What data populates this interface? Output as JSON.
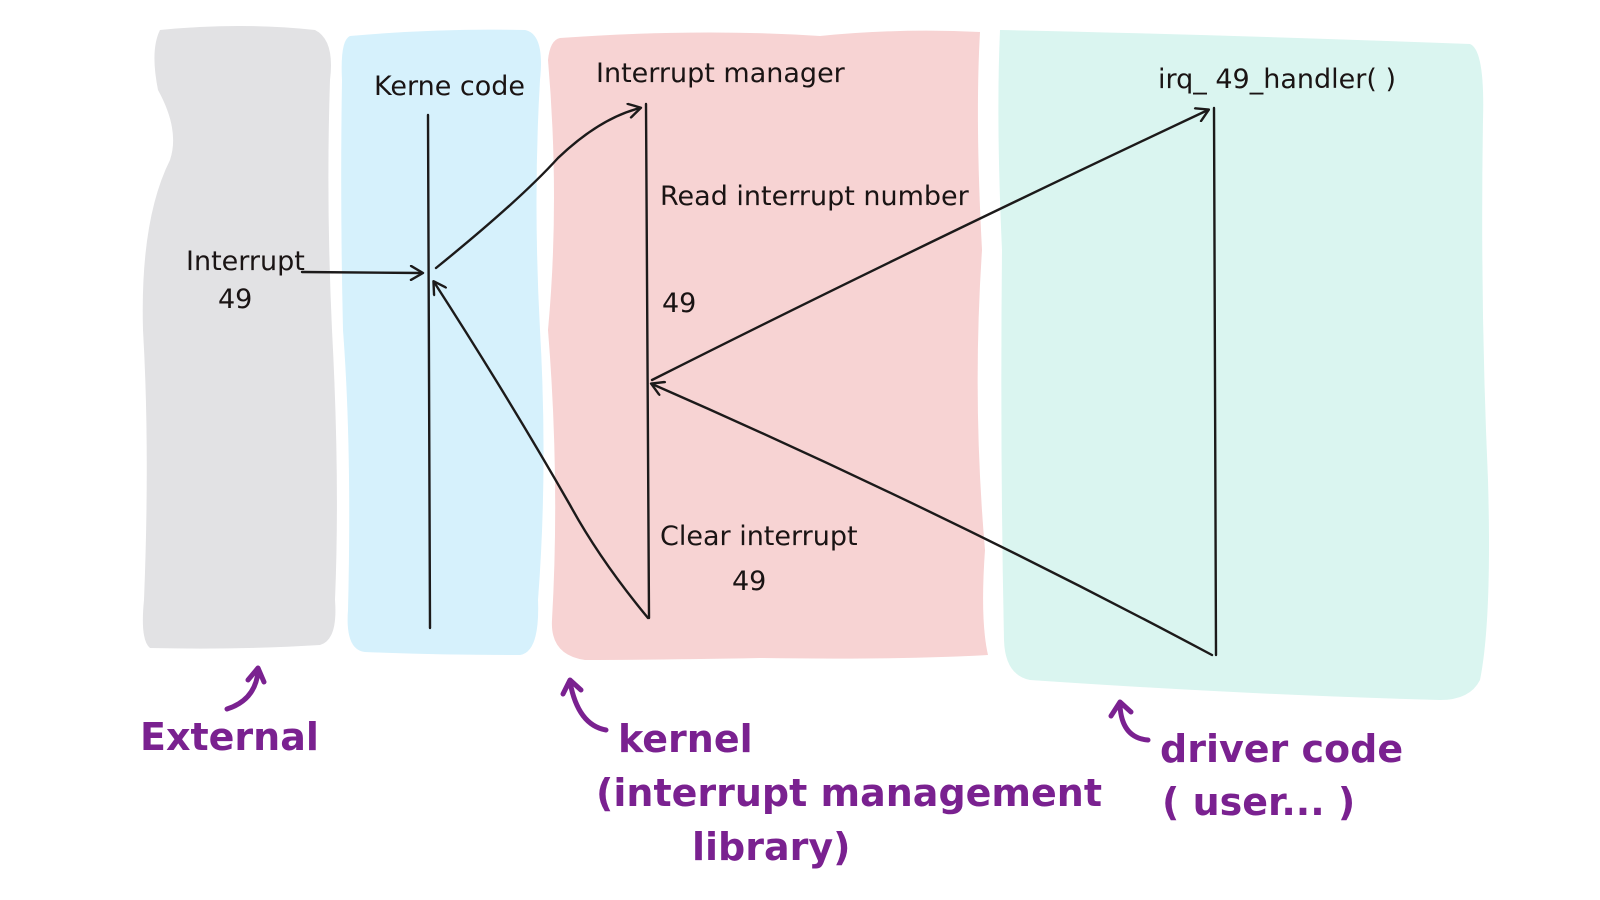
{
  "lanes": [
    {
      "id": "external",
      "color": "#e2e2e4"
    },
    {
      "id": "kernel-code",
      "title": "Kerne code",
      "color": "#d6f1fc"
    },
    {
      "id": "interrupt-manager",
      "title": "Interrupt manager",
      "color": "#f7d3d3"
    },
    {
      "id": "driver",
      "title": "irq_ 49_handler( )",
      "color": "#daf5f0"
    }
  ],
  "labels": {
    "interrupt_line1": "Interrupt",
    "interrupt_line2": "49",
    "read_interrupt": "Read  interrupt  number",
    "read_value": "49",
    "clear_interrupt": "Clear  interrupt",
    "clear_value": "49"
  },
  "captions": {
    "external": "External",
    "kernel_line1": "kernel",
    "kernel_line2": "(interrupt management",
    "kernel_line3": "library)",
    "driver_line1": "driver code",
    "driver_line2": "( user... )"
  },
  "colors": {
    "ink": "#1c1a1a",
    "caption": "#7a2190"
  }
}
